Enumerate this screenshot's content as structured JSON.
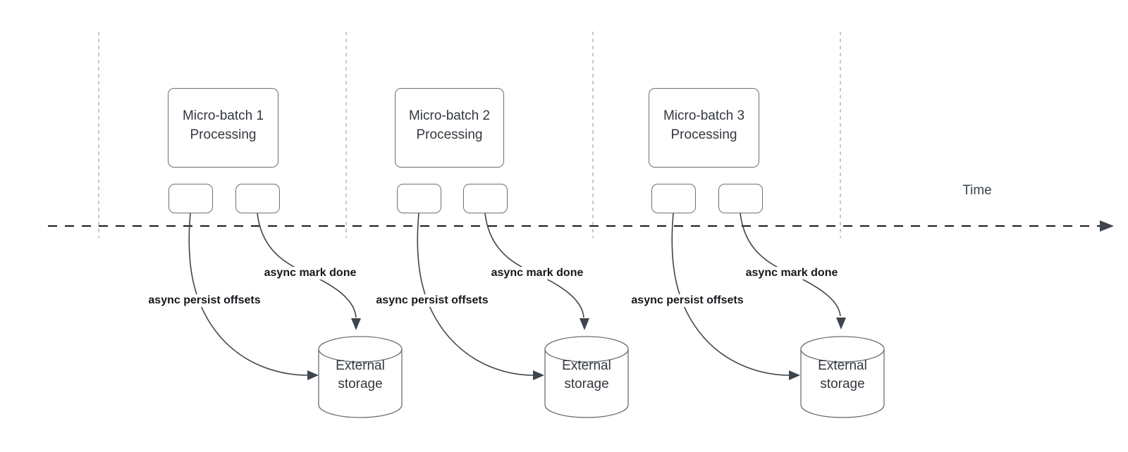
{
  "diagram_type": "timeline-flow-diagram",
  "time_axis": {
    "label": "Time"
  },
  "batches": [
    {
      "box_title": "Micro-batch 1",
      "box_subtitle": "Processing",
      "persist_label": "async persist offsets",
      "mark_done_label": "async mark done",
      "storage": {
        "line1": "External",
        "line2": "storage"
      }
    },
    {
      "box_title": "Micro-batch 2",
      "box_subtitle": "Processing",
      "persist_label": "async persist offsets",
      "mark_done_label": "async mark done",
      "storage": {
        "line1": "External",
        "line2": "storage"
      }
    },
    {
      "box_title": "Micro-batch 3",
      "box_subtitle": "Processing",
      "persist_label": "async persist offsets",
      "mark_done_label": "async mark done",
      "storage": {
        "line1": "External",
        "line2": "storage"
      }
    }
  ],
  "colors": {
    "background": "#ffffff",
    "shape_stroke": "#6b6f76",
    "edge_stroke": "#3f454c",
    "timeline_stroke": "#17191c",
    "guide_stroke": "#b9bcc0",
    "box_text": "#33383f",
    "edge_label_text": "#15181c"
  }
}
